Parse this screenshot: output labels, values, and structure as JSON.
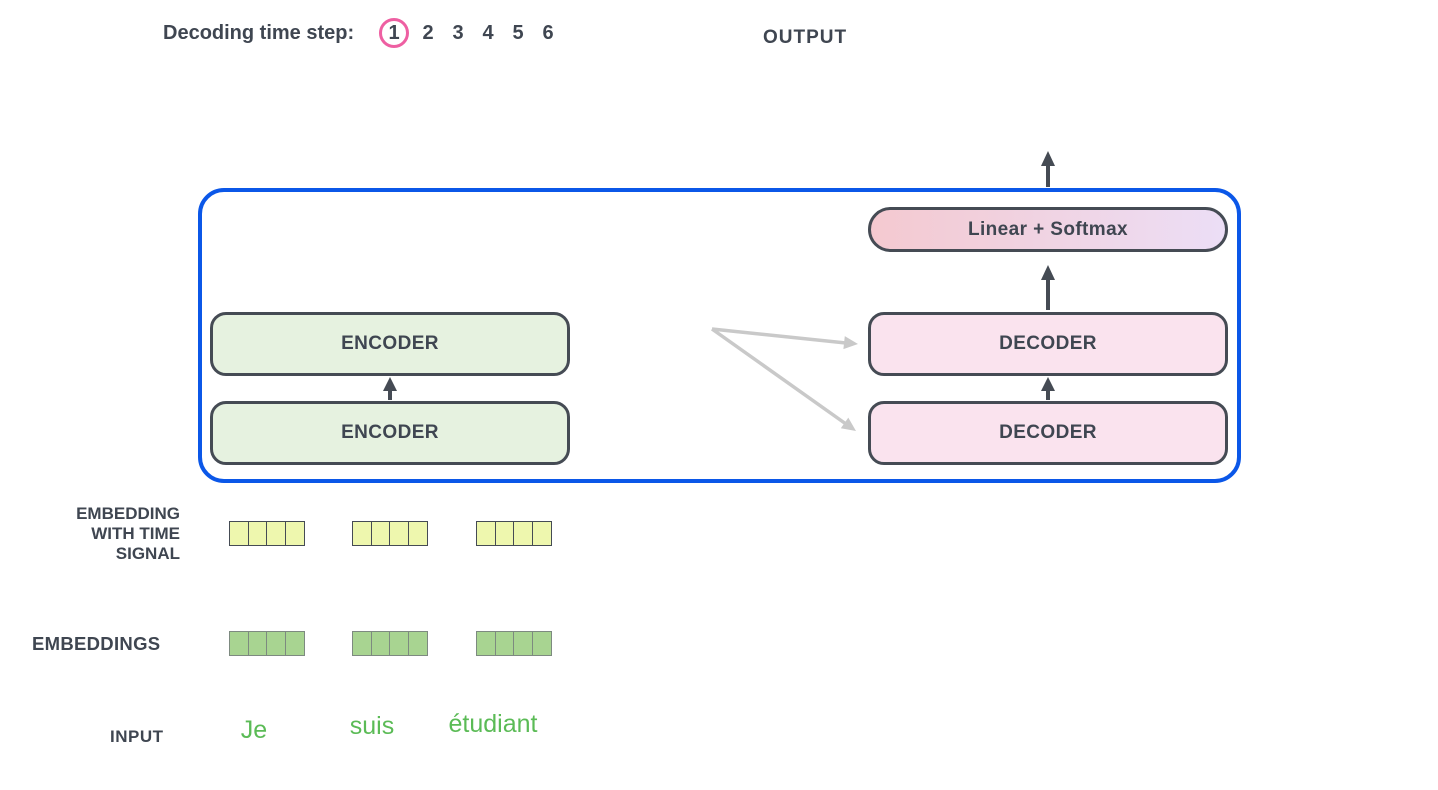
{
  "colors": {
    "text_dark": "#3f4651",
    "accent_blue": "#0b57e8",
    "circle_pink": "#ee5fa2",
    "encoder_fill": "#e6f2e0",
    "decoder_fill": "#fae3ee",
    "linear_left": "#f4c9d0",
    "linear_right": "#ecdef6",
    "box_border": "#454b54",
    "arrow_dark": "#454b54",
    "arrow_gray": "#c9c9c9",
    "cell_yellow": "#eef7ae",
    "cell_yellow_border": "#454b54",
    "cell_green": "#a8d491",
    "cell_green_border": "#7d8a80",
    "input_green": "#5bbb56"
  },
  "header": {
    "decoding_label": "Decoding time step:",
    "steps": [
      "1",
      "2",
      "3",
      "4",
      "5",
      "6"
    ],
    "active_step": "1",
    "output_label": "OUTPUT"
  },
  "model": {
    "encoder_labels": [
      "ENCODER",
      "ENCODER"
    ],
    "decoder_labels": [
      "DECODER",
      "DECODER"
    ],
    "linear_softmax_label": "Linear + Softmax"
  },
  "embedding_rows": {
    "time_signal_label": "EMBEDDING WITH TIME SIGNAL",
    "embeddings_label": "EMBEDDINGS",
    "groups": 3,
    "cells_per_group": 4
  },
  "input": {
    "label": "INPUT",
    "words": [
      "Je",
      "suis",
      "étudiant"
    ]
  }
}
